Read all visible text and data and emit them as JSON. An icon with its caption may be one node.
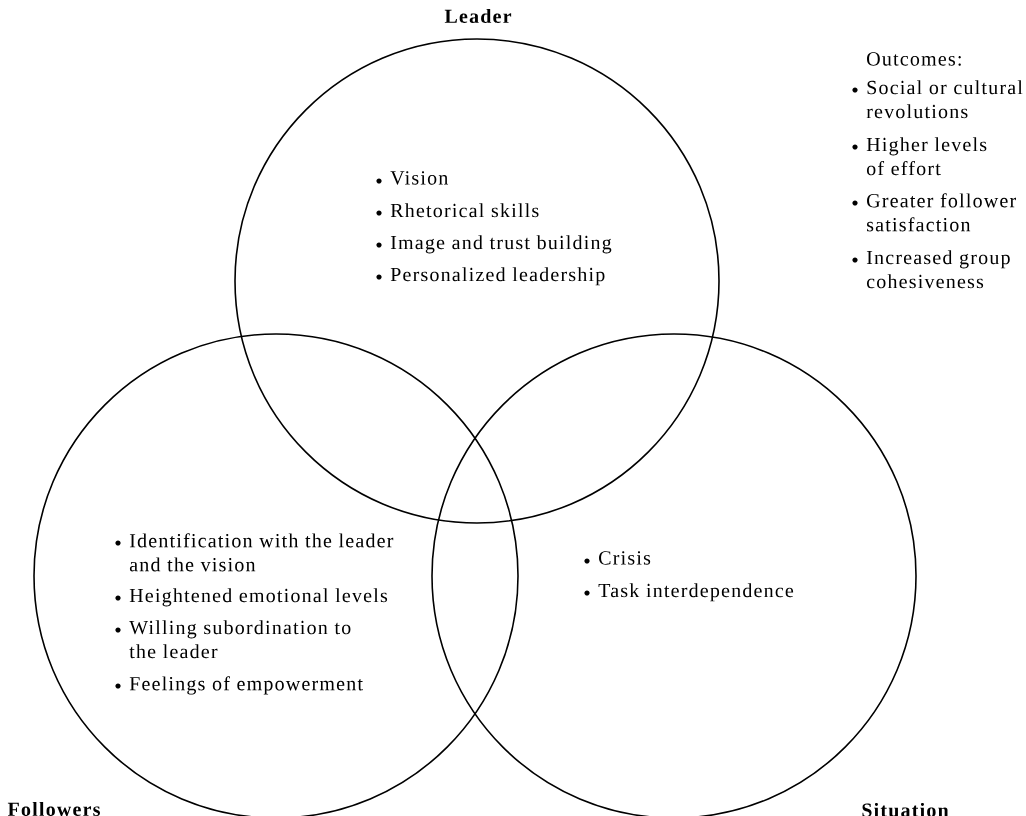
{
  "diagram": {
    "nodes": [
      {
        "text": [
          "Leader",
          "Vision",
          "Rhetorical skills",
          "Image and trust building",
          "Personalized leadership"
        ]
      },
      {
        "text": [
          "Followers",
          "Identification with the leader and the vision",
          "Heightened emotional levels",
          "Willing subordination to the leader",
          "Feelings of empowerment"
        ]
      },
      {
        "text": [
          "Situation",
          "Crisis",
          "Task interdependence"
        ]
      }
    ],
    "labels": [
      "Outcomes:",
      "Social or cultural revolutions",
      "Higher levels of effort",
      "Greater follower satisfaction",
      "Increased group cohesiveness"
    ]
  }
}
